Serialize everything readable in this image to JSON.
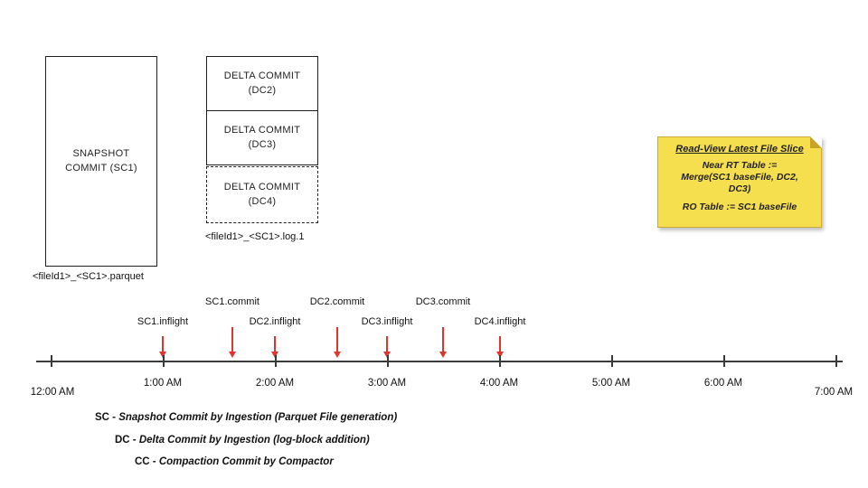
{
  "colors": {
    "arrow_red": "#E0342C",
    "note_background": "#F6DF4E",
    "timeline_line": "#3A3A3A"
  },
  "file_groups": {
    "base_file": {
      "box_label": "SNAPSHOT\nCOMMIT (SC1)",
      "file_name": "<fileId1>_<SC1>.parquet"
    },
    "log_file": {
      "blocks": [
        {
          "label": "DELTA COMMIT\n(DC2)",
          "style": "solid"
        },
        {
          "label": "DELTA COMMIT\n(DC3)",
          "style": "solid"
        },
        {
          "label": "DELTA COMMIT\n(DC4)",
          "style": "dashed"
        }
      ],
      "file_name": "<fileId1>_<SC1>.log.1"
    }
  },
  "note": {
    "title": "Read-View Latest File Slice",
    "body_line1": "Near RT Table :=\nMerge(SC1 baseFile, DC2,\nDC3)",
    "body_line2": "RO Table := SC1 baseFile"
  },
  "timeline": {
    "ticks": [
      "12:00 AM",
      "1:00 AM",
      "2:00 AM",
      "3:00 AM",
      "4:00 AM",
      "5:00 AM",
      "6:00 AM",
      "7:00 AM"
    ],
    "events": [
      {
        "label": "SC1.inflight",
        "type": "inflight"
      },
      {
        "label": "SC1.commit",
        "type": "commit"
      },
      {
        "label": "DC2.inflight",
        "type": "inflight"
      },
      {
        "label": "DC2.commit",
        "type": "commit"
      },
      {
        "label": "DC3.inflight",
        "type": "inflight"
      },
      {
        "label": "DC3.commit",
        "type": "commit"
      },
      {
        "label": "DC4.inflight",
        "type": "inflight"
      }
    ]
  },
  "legend": {
    "items": [
      {
        "abbr": "SC -",
        "desc": "Snapshot Commit by Ingestion (Parquet File generation)"
      },
      {
        "abbr": "DC -",
        "desc": "Delta Commit by Ingestion (log-block addition)"
      },
      {
        "abbr": "CC -",
        "desc": "Compaction Commit by Compactor"
      }
    ]
  }
}
